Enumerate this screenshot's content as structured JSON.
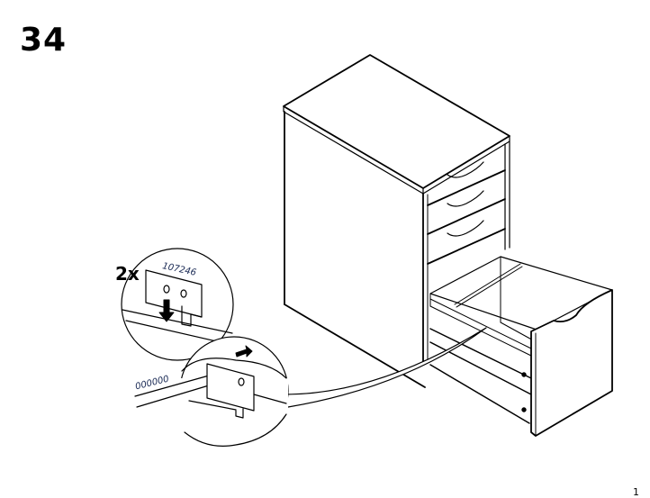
{
  "step": {
    "number": "34"
  },
  "detail": {
    "quantity": "2x",
    "part_codes": [
      "107246",
      "000000"
    ]
  },
  "page": {
    "number": "1"
  },
  "colors": {
    "ink": "#000000",
    "part_code": "#1a2a55",
    "background": "#ffffff"
  }
}
